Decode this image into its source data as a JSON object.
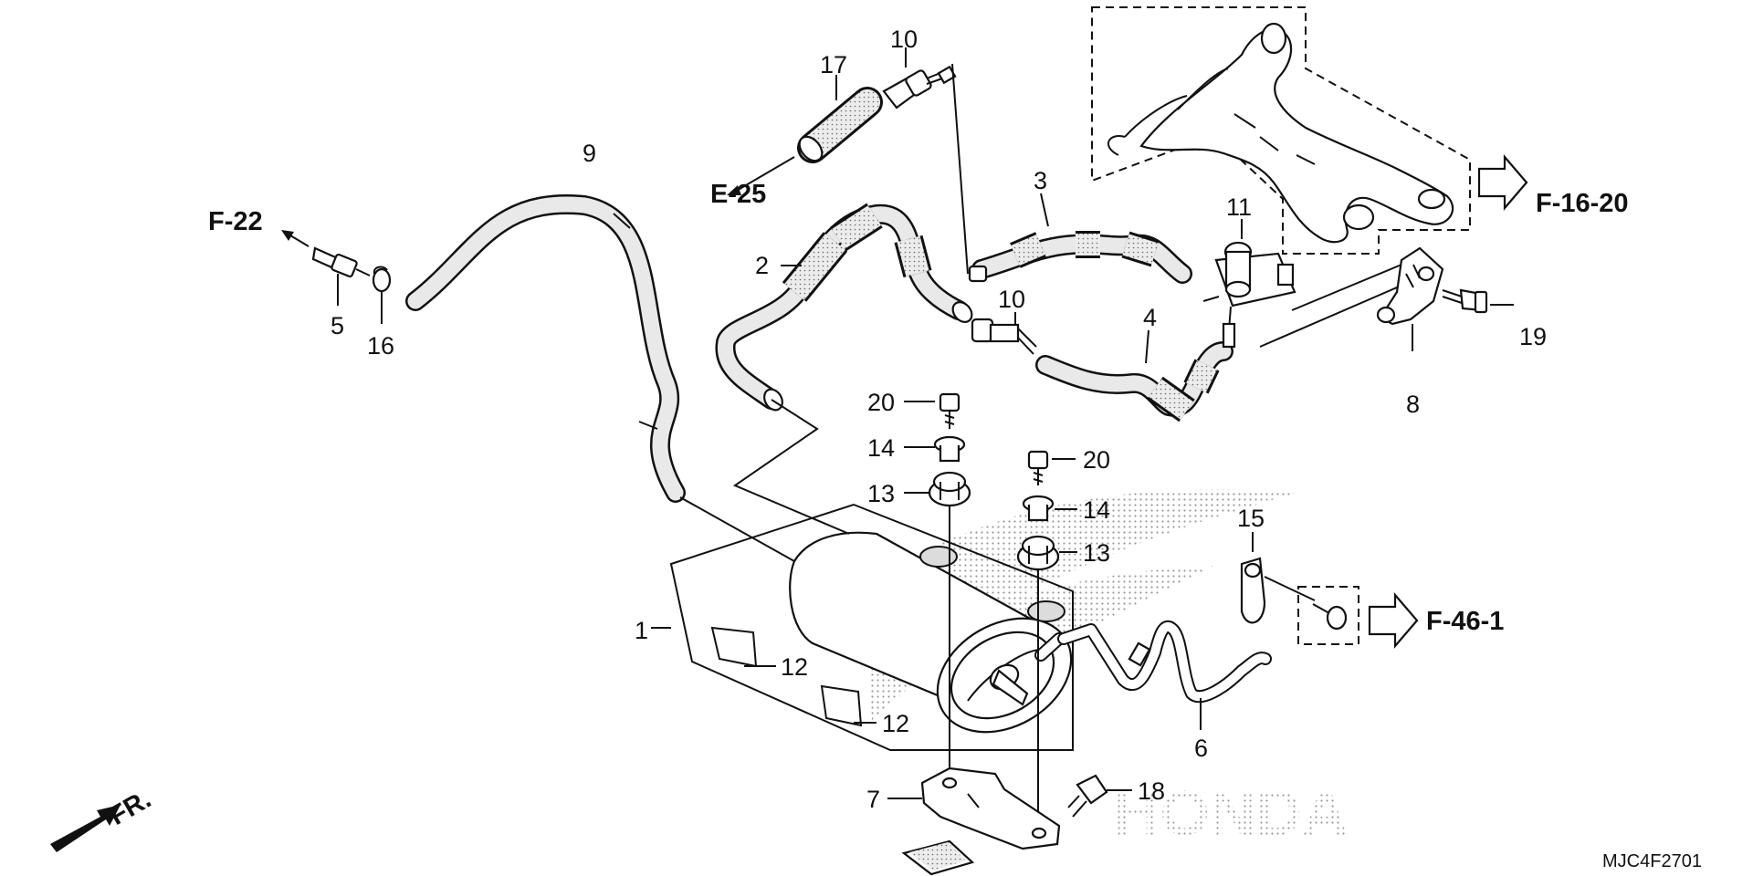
{
  "callouts": {
    "c1": "1",
    "c2": "2",
    "c3": "3",
    "c4": "4",
    "c5": "5",
    "c6": "6",
    "c7": "7",
    "c8": "8",
    "c9": "9",
    "c10a": "10",
    "c10b": "10",
    "c11": "11",
    "c12a": "12",
    "c12b": "12",
    "c13a": "13",
    "c13b": "13",
    "c14a": "14",
    "c14b": "14",
    "c15": "15",
    "c16": "16",
    "c17": "17",
    "c18": "18",
    "c19": "19",
    "c20a": "20",
    "c20b": "20"
  },
  "references": {
    "f22": "F-22",
    "e25": "E-25",
    "f1620": "F-16-20",
    "f461": "F-46-1"
  },
  "orientation": "FR.",
  "diagram_code": "MJC4F2701",
  "watermark": "HONDA"
}
